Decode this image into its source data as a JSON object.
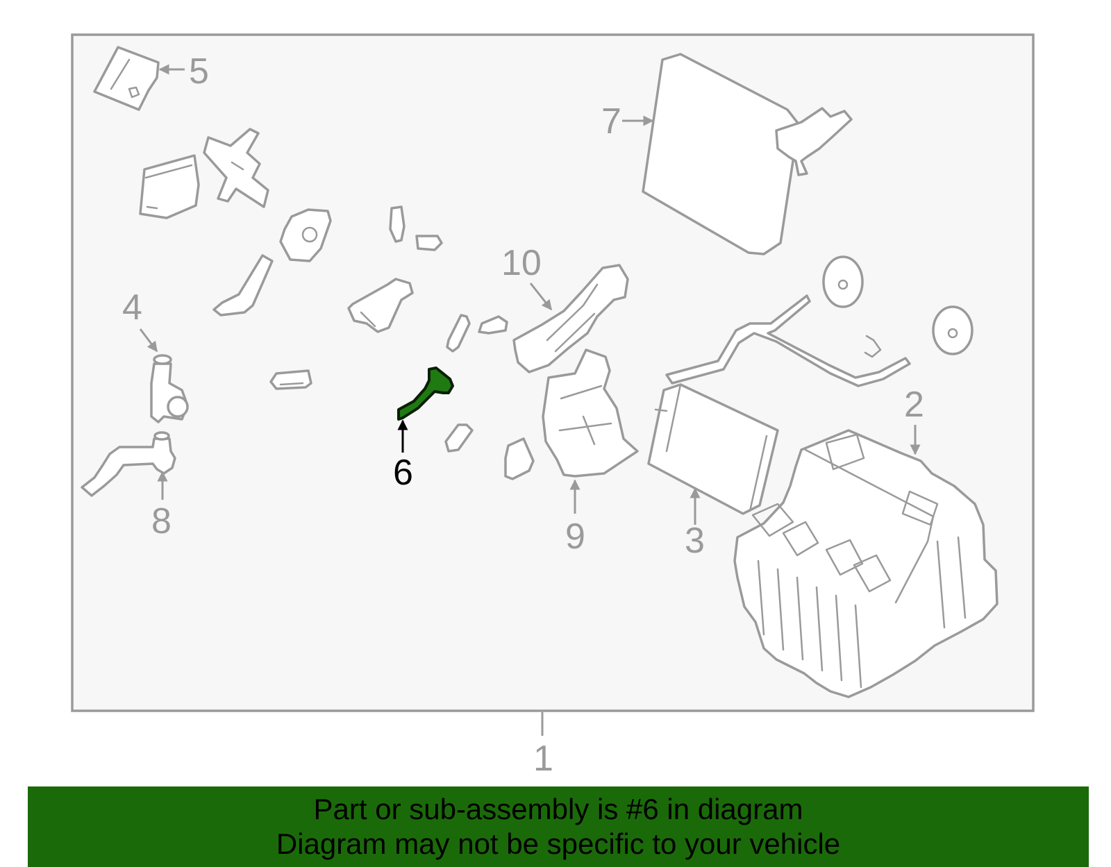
{
  "diagram": {
    "callouts": {
      "c1": "1",
      "c2": "2",
      "c3": "3",
      "c4": "4",
      "c5": "5",
      "c6": "6",
      "c7": "7",
      "c8": "8",
      "c9": "9",
      "c10": "10"
    },
    "highlighted_part": "6",
    "colors": {
      "line_art": "#9a9a9a",
      "panel_background": "#f7f7f7",
      "highlight_fill": "#1f7a12",
      "banner_background": "#1b6a0a"
    }
  },
  "banner": {
    "line1": "Part or sub-assembly is #6 in diagram",
    "line2": "Diagram may not be specific to your vehicle"
  }
}
